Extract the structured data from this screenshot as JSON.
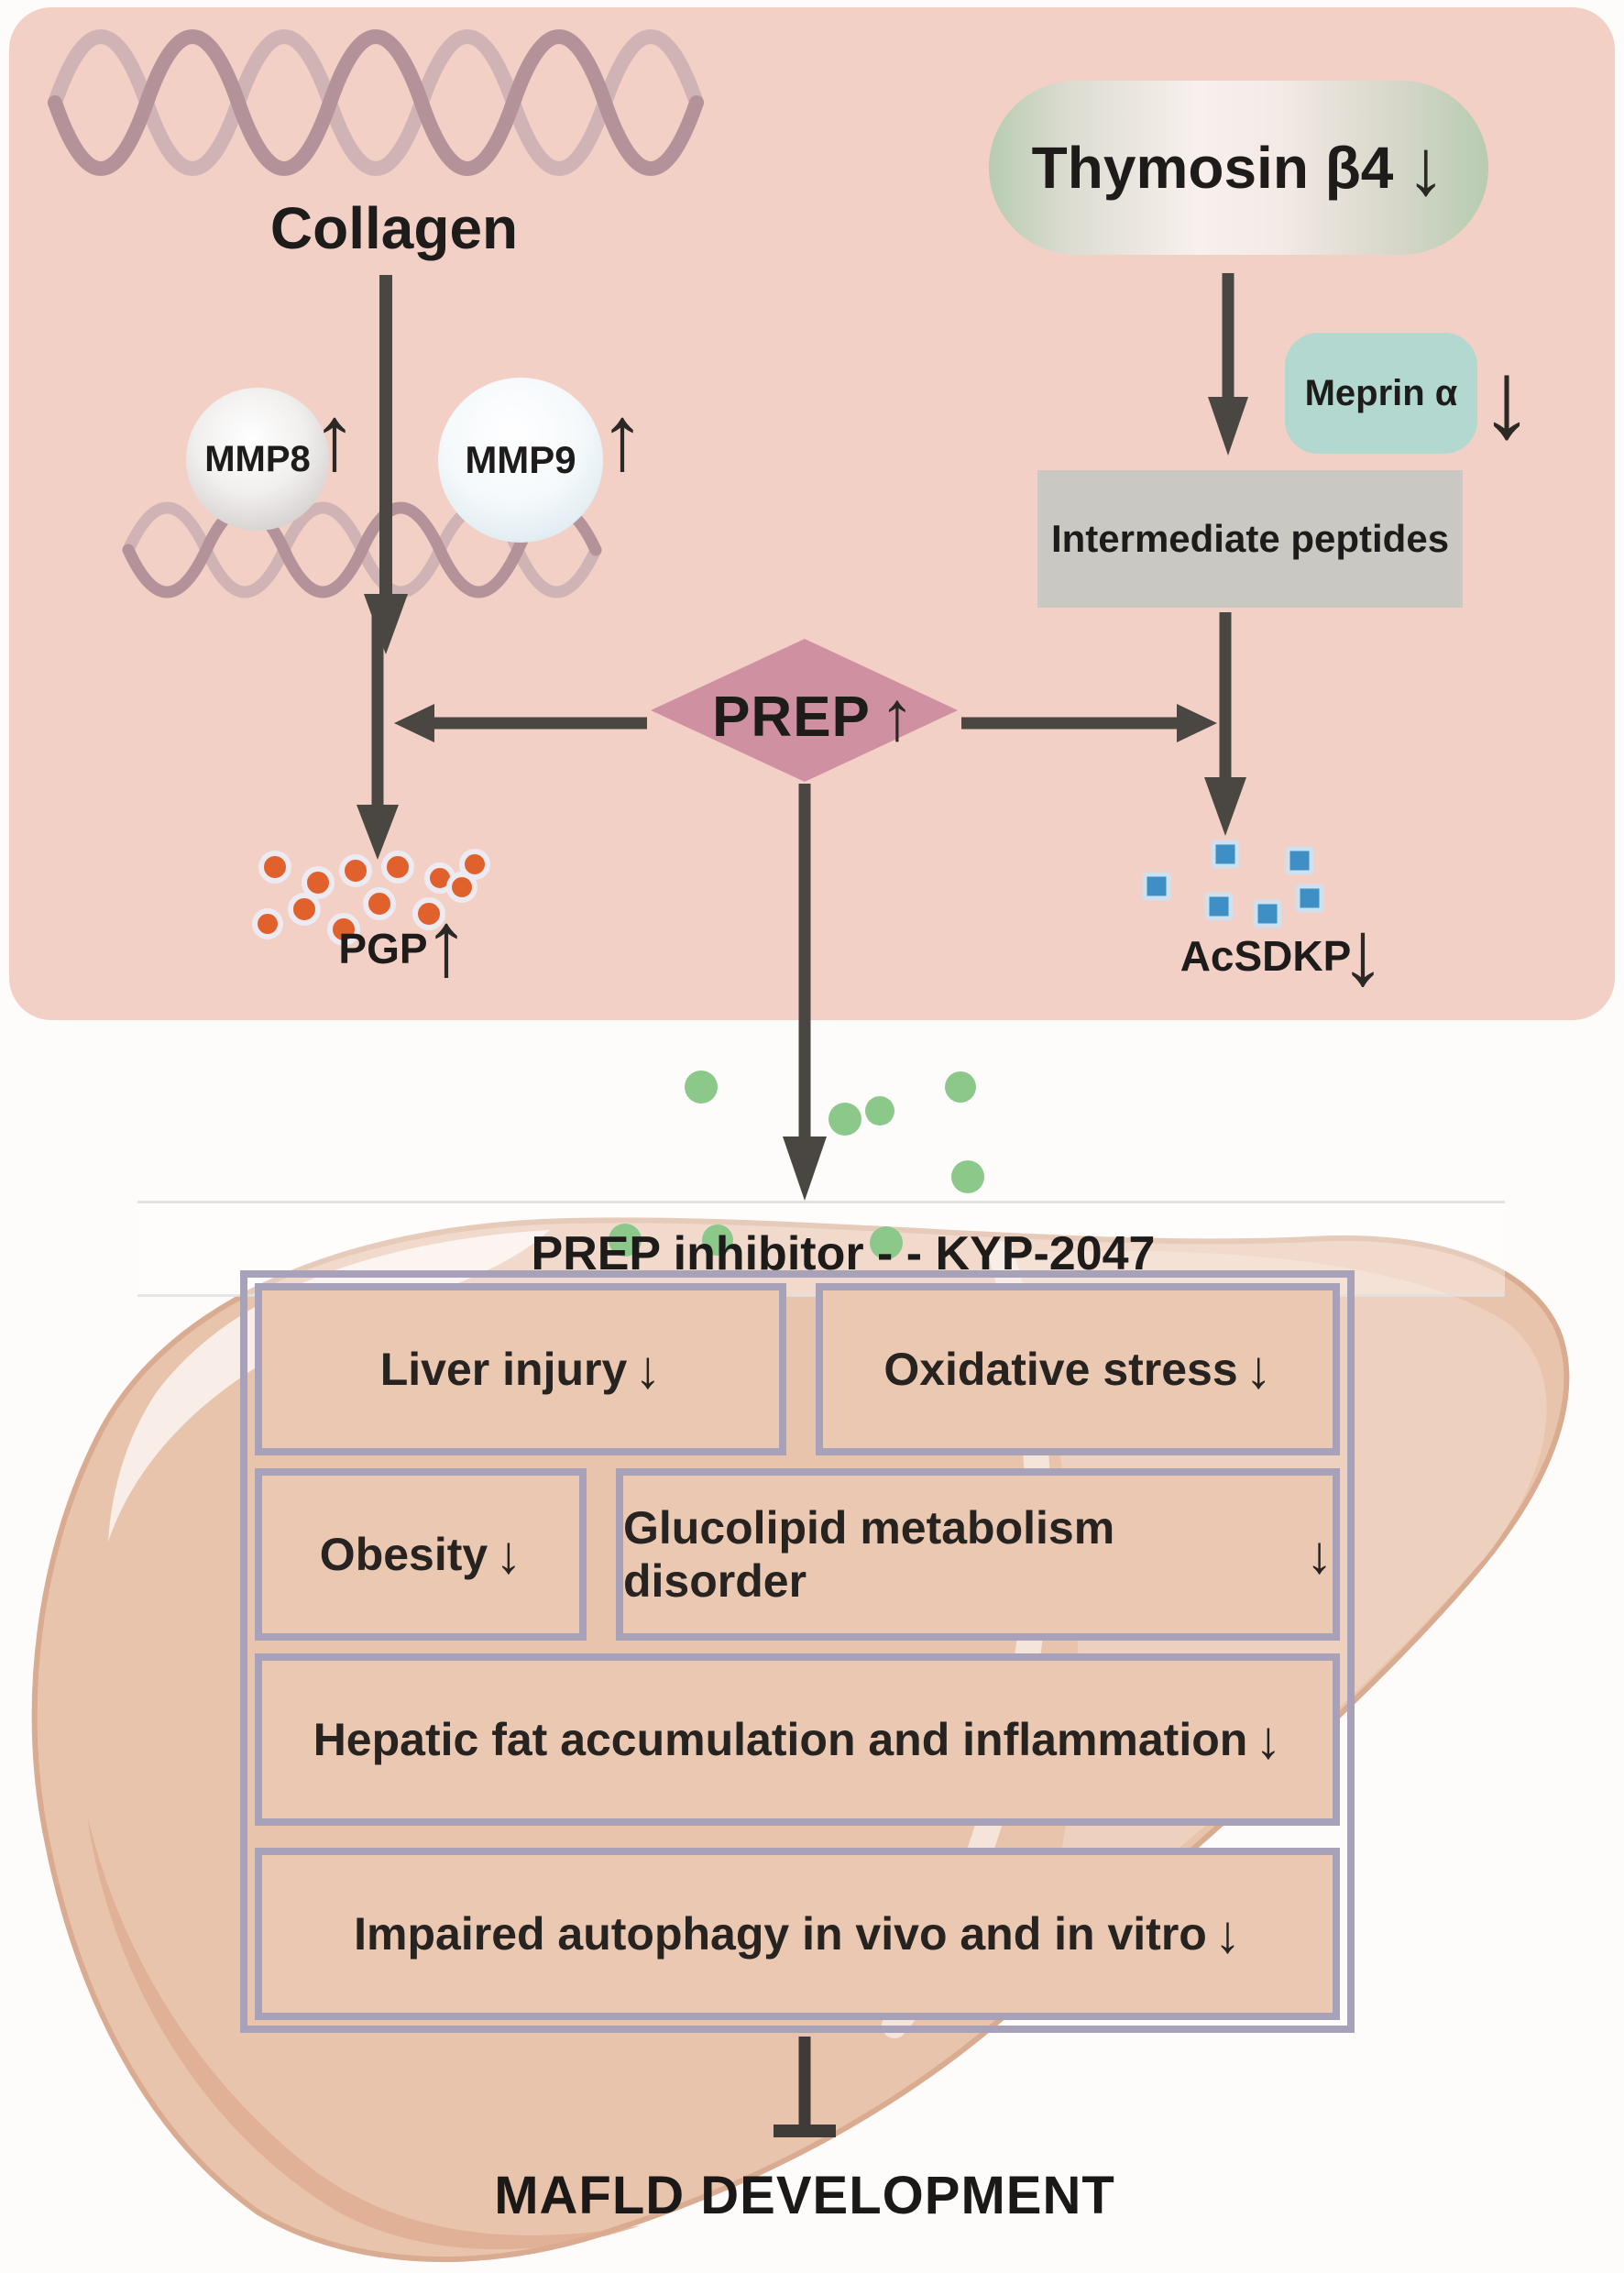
{
  "panel": {
    "collagen": {
      "label": "Collagen"
    },
    "mmp8": {
      "label": "MMP8",
      "arrow": "↑"
    },
    "mmp9": {
      "label": "MMP9",
      "arrow": "↑"
    },
    "pgp": {
      "label": "PGP",
      "arrow": "↑"
    },
    "thymosin": {
      "label": "Thymosin β4",
      "arrow": "↓"
    },
    "meprin": {
      "label": "Meprin α",
      "arrow": "↓"
    },
    "intermediate": {
      "label": "Intermediate peptides"
    },
    "acsdkp": {
      "label": "AcSDKP",
      "arrow": "↓"
    },
    "prep": {
      "label": "PREP",
      "arrow": "↑"
    }
  },
  "inhibitor": {
    "label": "PREP inhibitor - - KYP-2047"
  },
  "liver_boxes": [
    {
      "label": "Liver injury",
      "arrow": "↓"
    },
    {
      "label": "Oxidative stress",
      "arrow": "↓"
    },
    {
      "label": "Obesity",
      "arrow": "↓"
    },
    {
      "label": "Glucolipid metabolism disorder",
      "arrow": "↓"
    },
    {
      "label": "Hepatic fat accumulation and inflammation",
      "arrow": "↓"
    },
    {
      "label": "Impaired autophagy in vivo and in vitro",
      "arrow": "↓"
    }
  ],
  "outcome": {
    "label": "MAFLD DEVELOPMENT"
  },
  "colors": {
    "panel_pink": "#f3d0c5",
    "diamond_pink": "#cf91a1",
    "thymosin_green": "#b7ccb1",
    "meprin_teal": "#b2d8d0",
    "intermediate_gray": "#c9c8c3",
    "orange_dot": "#e0612c",
    "blue_square": "#3d8fc4",
    "green_dot": "#8cc88a",
    "liver_tan": "#e9c4ac",
    "box_border": "#a7a2ba",
    "box_fill": "#ebc8b1",
    "arrow_dark": "#4a4641"
  }
}
